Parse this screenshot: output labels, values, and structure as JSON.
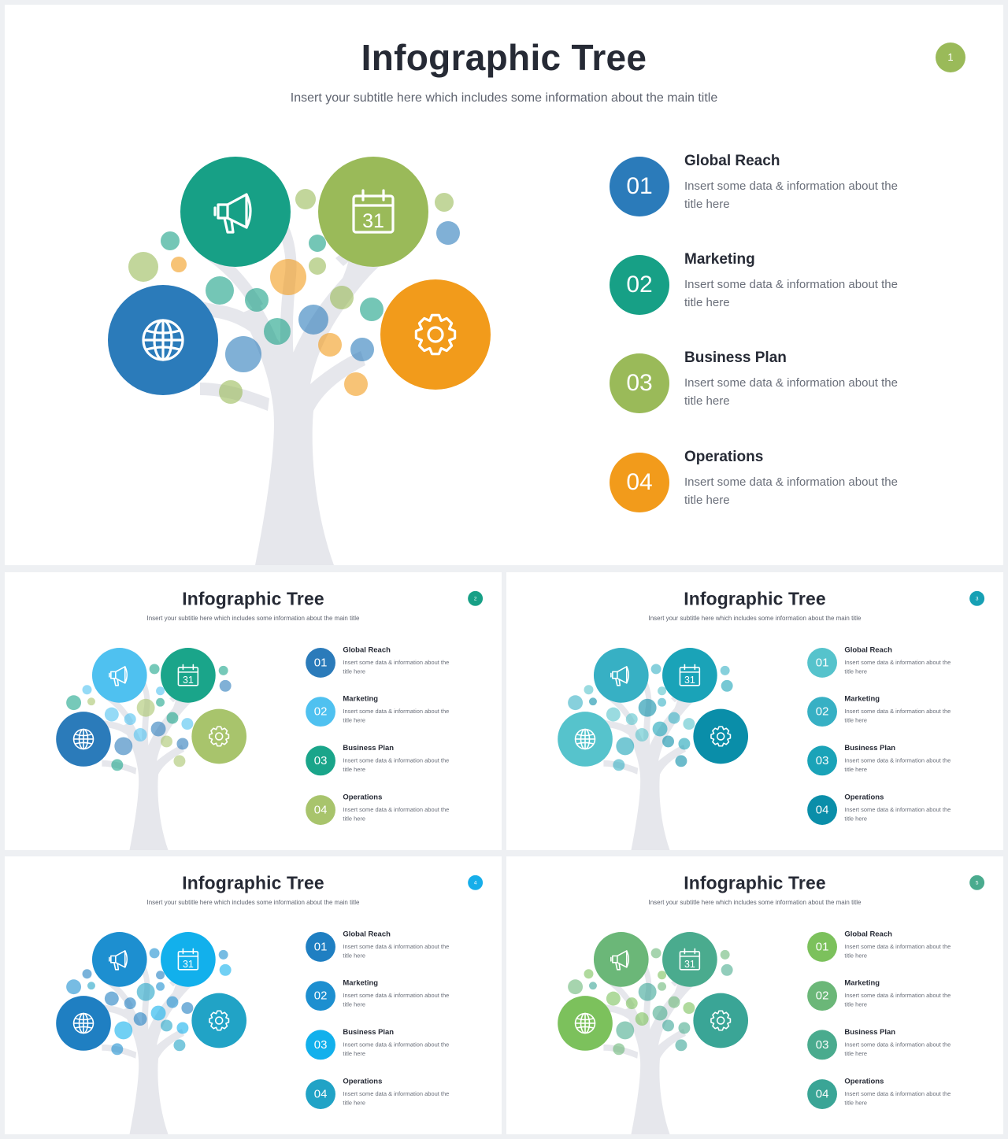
{
  "title": "Infographic Tree",
  "subtitle": "Insert your subtitle here which includes some information about the main title",
  "items": [
    {
      "num": "01",
      "title": "Global Reach",
      "desc": "Insert some data & information about the title here"
    },
    {
      "num": "02",
      "title": "Marketing",
      "desc": "Insert some data & information about the title here"
    },
    {
      "num": "03",
      "title": "Business Plan",
      "desc": "Insert some data & information about the title here"
    },
    {
      "num": "04",
      "title": "Operations",
      "desc": "Insert some data & information about the title here"
    }
  ],
  "icons": [
    "megaphone-icon",
    "calendar-icon",
    "globe-icon",
    "gear-icon"
  ],
  "calendar_day": "31",
  "trunk_color": "#e6e7ec",
  "variants": [
    {
      "page": "1",
      "badge": "#9aba59",
      "big": {
        "megaphone": "#17a086",
        "calendar": "#9aba59",
        "globe": "#2b7bba",
        "gear": "#f29b1b"
      },
      "nums": [
        "#2b7bba",
        "#17a086",
        "#9aba59",
        "#f29b1b"
      ],
      "dots": [
        "#17a086",
        "#9aba59",
        "#2b7bba",
        "#f29b1b"
      ]
    },
    {
      "page": "2",
      "badge": "#17a086",
      "big": {
        "megaphone": "#4fc1f0",
        "calendar": "#1aa58a",
        "globe": "#2b7bba",
        "gear": "#a8c46c"
      },
      "nums": [
        "#2b7bba",
        "#4fc1f0",
        "#1aa58a",
        "#a8c46c"
      ],
      "dots": [
        "#4fc1f0",
        "#1aa58a",
        "#2b7bba",
        "#a8c46c"
      ]
    },
    {
      "page": "3",
      "badge": "#17a0b4",
      "big": {
        "megaphone": "#37b0c4",
        "calendar": "#1aa3b8",
        "globe": "#56c3cc",
        "gear": "#0a8ea9"
      },
      "nums": [
        "#56c3cc",
        "#37b0c4",
        "#1aa3b8",
        "#0a8ea9"
      ],
      "dots": [
        "#56c3cc",
        "#37b0c4",
        "#1aa3b8",
        "#0a8ea9"
      ]
    },
    {
      "page": "4",
      "badge": "#16aeea",
      "big": {
        "megaphone": "#1d8fd0",
        "calendar": "#12b0ec",
        "globe": "#1f7fc2",
        "gear": "#21a3c6"
      },
      "nums": [
        "#1f7fc2",
        "#1d8fd0",
        "#12b0ec",
        "#21a3c6"
      ],
      "dots": [
        "#1f7fc2",
        "#1d8fd0",
        "#12b0ec",
        "#21a3c6"
      ]
    },
    {
      "page": "5",
      "badge": "#4aab8e",
      "big": {
        "megaphone": "#6bb778",
        "calendar": "#4aab8e",
        "globe": "#7cc15c",
        "gear": "#3aa596"
      },
      "nums": [
        "#7cc15c",
        "#6bb778",
        "#4aab8e",
        "#3aa596"
      ],
      "dots": [
        "#7cc15c",
        "#6bb778",
        "#4aab8e",
        "#3aa596"
      ]
    }
  ]
}
